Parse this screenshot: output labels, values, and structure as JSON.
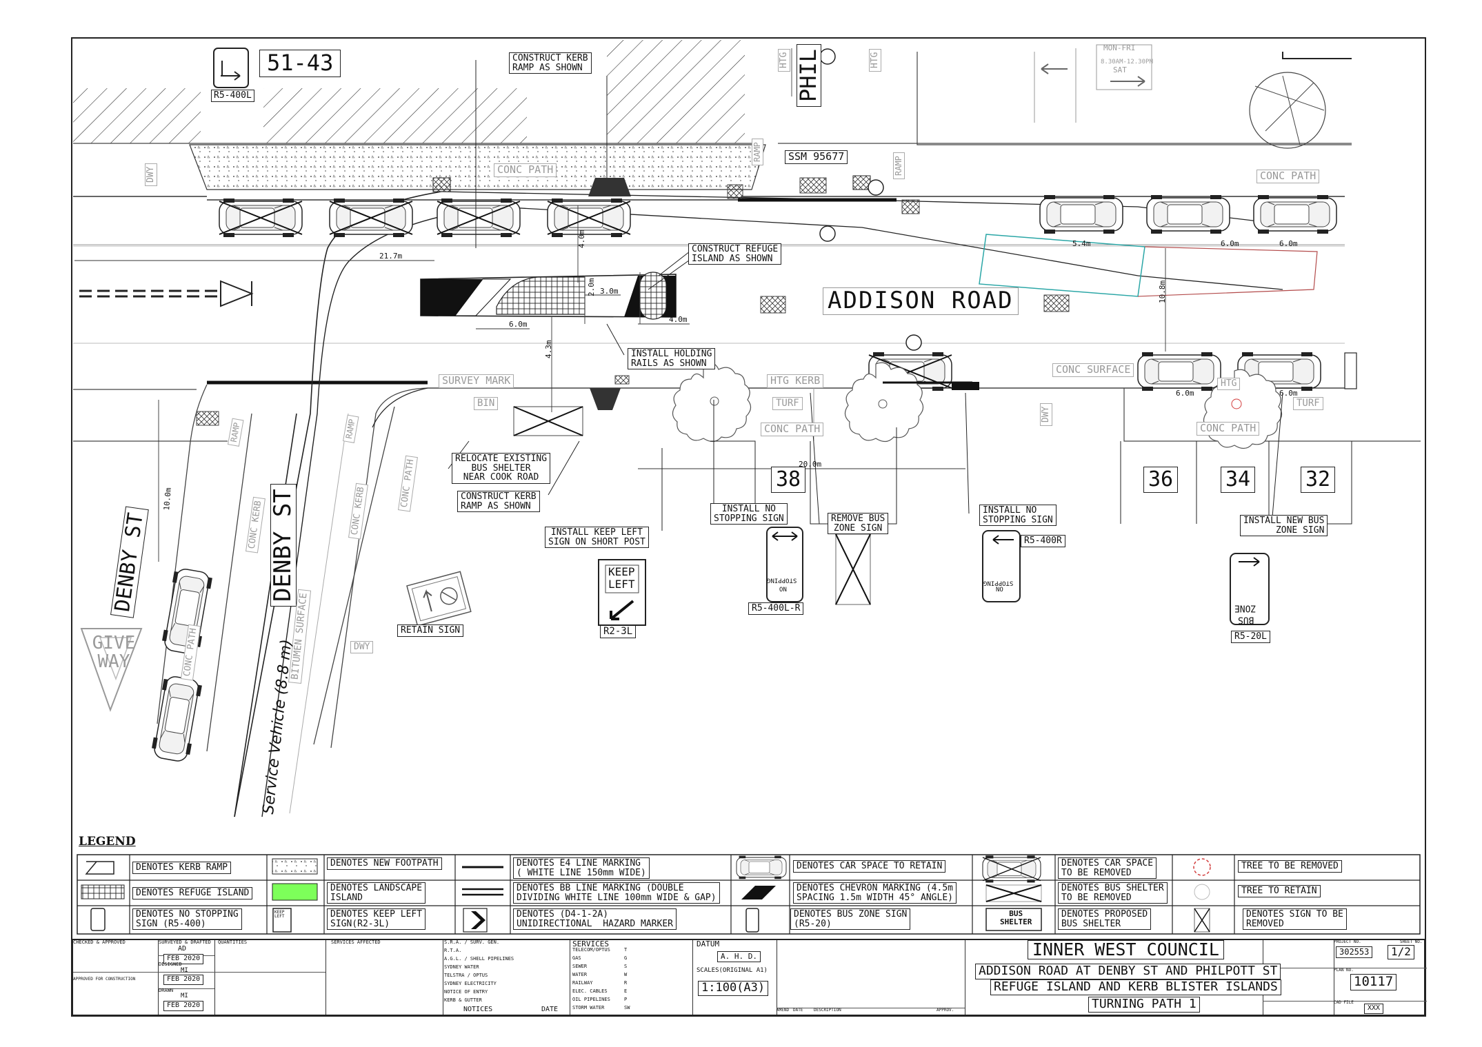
{
  "sign_numbers": {
    "top_left_sign": "51-43",
    "house_38": "38",
    "house_36": "36",
    "house_34": "34",
    "house_32": "32"
  },
  "street_names": {
    "addison": "ADDISON ROAD",
    "denby_main": "DENBY ST",
    "denby_sign": "DENBY ST",
    "philpott_partial": "PHIL"
  },
  "surface_labels": {
    "conc_path": "CONC PATH",
    "conc_surface": "CONC SURFACE",
    "conc_kerb": "CONC KERB",
    "htg_kerb": "HTG KERB",
    "htg": "HTG",
    "survey_mark": "SURVEY MARK",
    "bin": "BIN",
    "turf": "TURF",
    "dwy": "DWY",
    "ramp": "RAMP",
    "bitumen_surface": "BITUMEN SURFACE",
    "ssm": "SSM 95677",
    "give_way": "GIVE WAY",
    "mon_fri": "MON-FRI",
    "times": "8.30AM-12.30PM",
    "sat": "SAT"
  },
  "callouts": {
    "kerb_ramp_top": "CONSTRUCT KERB\nRAMP AS SHOWN",
    "refuge_island": "CONSTRUCT REFUGE\nISLAND AS SHOWN",
    "holding_rails": "INSTALL HOLDING\nRAILS AS SHOWN",
    "relocate_shelter": "RELOCATE EXISTING\nBUS SHELTER\nNEAR COOK ROAD",
    "kerb_ramp_bottom": "CONSTRUCT KERB\nRAMP AS SHOWN",
    "keep_left": "INSTALL KEEP LEFT\nSIGN ON SHORT POST",
    "no_stopping_1": "INSTALL NO\nSTOPPING SIGN",
    "remove_bus_zone": "REMOVE BUS\nZONE SIGN",
    "no_stopping_2": "INSTALL NO\nSTOPPING SIGN",
    "new_bus_zone": "INSTALL NEW BUS\nZONE SIGN",
    "retain_sign": "RETAIN SIGN"
  },
  "sign_codes": {
    "r5_400l_top": "R5-400L",
    "r2_3l": "R2-3L",
    "r5_400l_r": "R5-400L-R",
    "r5_400r": "R5-400R",
    "r5_20l": "R5-20L"
  },
  "sign_faces": {
    "keep": "KEEP",
    "left": "LEFT",
    "no": "NO",
    "stopping": "STOPPING",
    "bus": "BUS",
    "zone": "ZONE"
  },
  "dimensions": {
    "d21_7": "21.7m",
    "d6_0": "6.0m",
    "d3_0": "3.0m",
    "d4_0": "4.0m",
    "d2_0": "2.0m",
    "d4_3": "4.3m",
    "d4_0v": "4.0m",
    "d20_0": "20.0m",
    "d10_0": "10.0m",
    "d10_8": "10.8m",
    "d5_4": "5.4m"
  },
  "vehicle_label": "Service Vehicle (8.8 m)",
  "legend": {
    "title": "LEGEND",
    "items": [
      "DENOTES KERB RAMP",
      "DENOTES NEW FOOTPATH",
      "DENOTES E4 LINE MARKING\n( WHITE LINE 150mm WIDE)",
      "DENOTES CAR SPACE TO RETAIN",
      "DENOTES CAR SPACE\nTO BE REMOVED",
      "TREE TO BE REMOVED",
      "DENOTES REFUGE ISLAND",
      "DENOTES LANDSCAPE\nISLAND",
      "DENOTES BB LINE MARKING (DOUBLE\nDIVIDING WHITE LINE 100mm WIDE & GAP)",
      "DENOTES CHEVRON MARKING (4.5m\nSPACING 1.5m WIDTH 45° ANGLE)",
      "DENOTES BUS SHELTER\nTO BE REMOVED",
      "TREE TO RETAIN",
      "DENOTES NO STOPPING\nSIGN (R5-400)",
      "DENOTES KEEP LEFT\nSIGN(R2-3L)",
      "DENOTES (D4-1-2A)\nUNIDIRECTIONAL  HAZARD MARKER",
      "DENOTES BUS ZONE SIGN\n(R5-20)",
      "DENOTES PROPOSED\nBUS SHELTER",
      "DENOTES SIGN TO BE\nREMOVED"
    ],
    "bus_shelter_icon": "BUS\nSHELTER",
    "keep_left_icon": "KEEP\nLEFT"
  },
  "title_block": {
    "checked": "CHECKED & APPROVED",
    "surveyed": "SURVEYED & DRAFTED",
    "quantities": "QUANTITIES",
    "surveyed_by": "AD",
    "surveyed_date": "FEB 2020",
    "designed": "DESIGNED",
    "designed_by": "MI",
    "designed_date": "FEB 2020",
    "drawn": "DRAWN",
    "drawn_by": "MI",
    "drawn_date": "FEB 2020",
    "approved": "APPROVED FOR CONSTRUCTION",
    "services_affected": "SERVICES AFFECTED",
    "authorities": [
      "S.R.A. / SURV. GEN.",
      "R.T.A.",
      "A.G.L. / SHELL PIPELINES",
      "SYDNEY WATER",
      "TELSTRA / OPTUS",
      "SYDNEY ELECTRICITY",
      "NOTICE OF ENTRY",
      "KERB & GUTTER"
    ],
    "notices": "NOTICES",
    "date": "DATE",
    "services": "SERVICES",
    "service_list": [
      "TELECOM/OPTUS",
      "GAS",
      "SEWER",
      "WATER",
      "RAILWAY",
      "ELEC. CABLES",
      "OIL PIPELINES",
      "STORM WATER"
    ],
    "service_codes": [
      "T",
      "G",
      "S",
      "W",
      "R",
      "E",
      "P",
      "SW"
    ],
    "datum": "DATUM",
    "datum_val": "A. H. D.",
    "scales": "SCALES(ORIGINAL A1)",
    "scale_val": "1:100(A3)",
    "amend": "AMEND",
    "amend_date": "DATE",
    "description": "DESCRIPTION",
    "approv": "APPROV.",
    "council": "INNER WEST COUNCIL",
    "title1": "ADDISON ROAD AT DENBY ST AND PHILPOTT ST",
    "title2": "REFUGE ISLAND AND KERB BLISTER ISLANDS",
    "title3": "TURNING PATH 1",
    "project_no_label": "PROJECT NO.",
    "project_no": "302553",
    "sheet_no_label": "SHEET NO.",
    "sheet_no": "1/2",
    "plan_no_label": "PLAN NO.",
    "plan_no": "10117",
    "cad_file_label": "CAD FILE",
    "cad_file": "XXX"
  },
  "colors": {
    "ink": "#111111",
    "gray": "#9a9a9a",
    "landscape_green": "#7dff5a",
    "tree_red": "#d23b3b",
    "teal": "#2aa6a6"
  }
}
